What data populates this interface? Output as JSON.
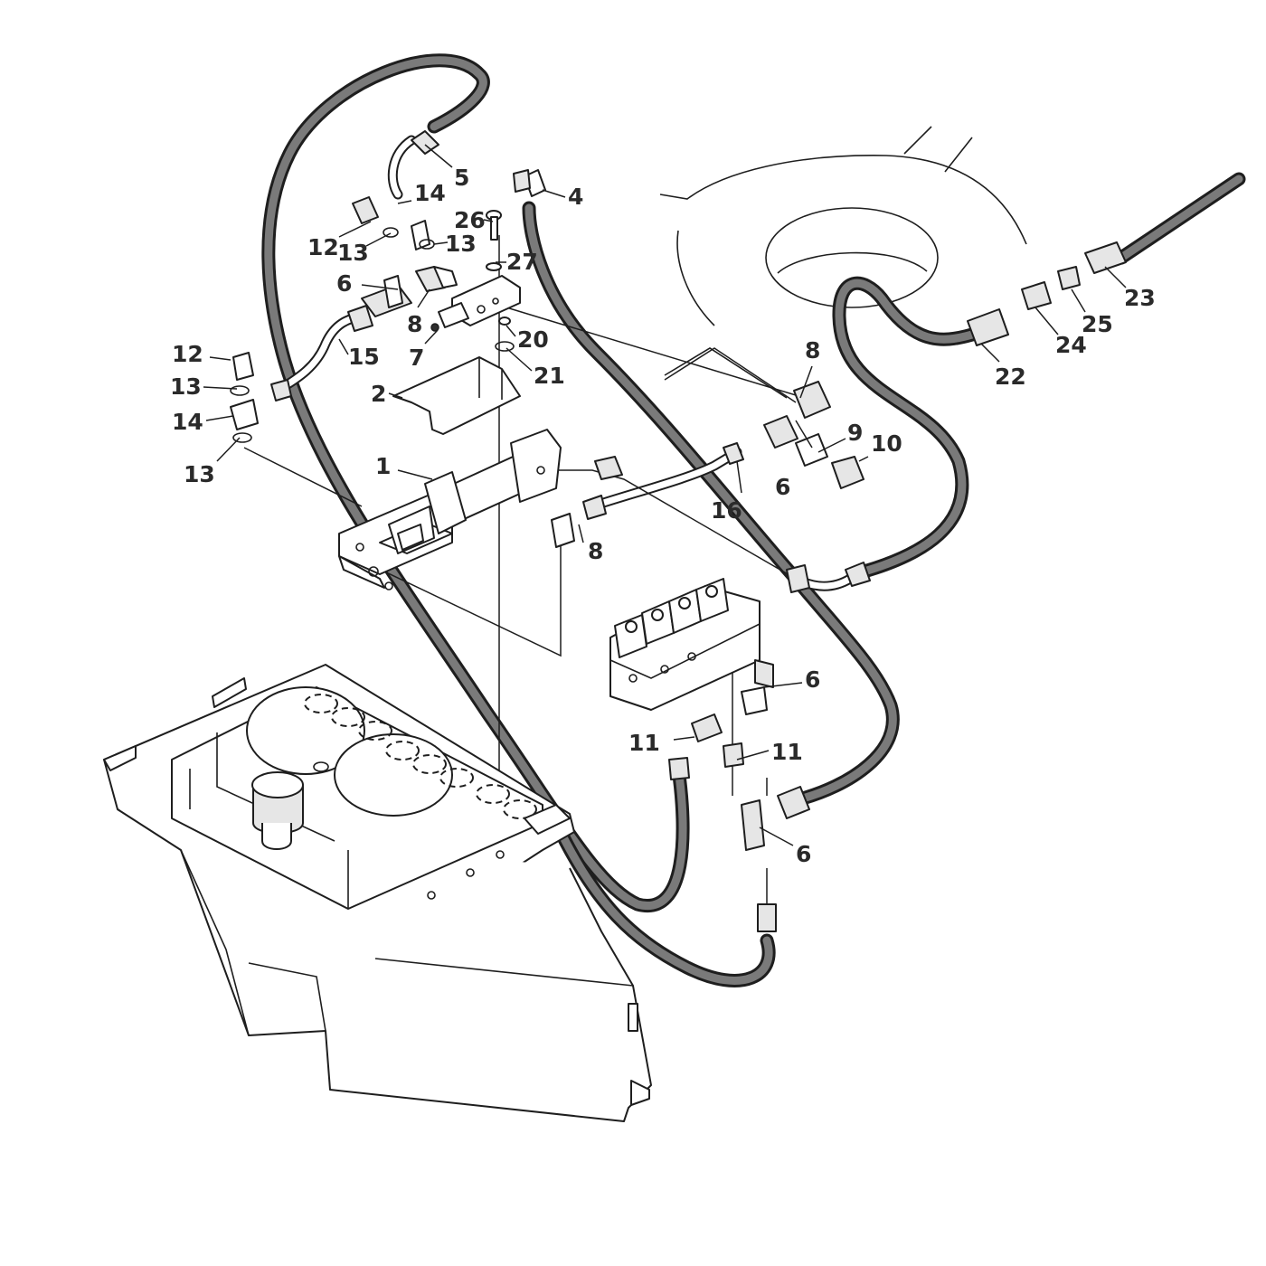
{
  "diagram": {
    "labels": [
      "1",
      "2",
      "4",
      "5",
      "6",
      "6",
      "6",
      "6",
      "7",
      "8",
      "8",
      "8",
      "9",
      "10",
      "11",
      "11",
      "12",
      "12",
      "13",
      "13",
      "13",
      "13",
      "14",
      "14",
      "15",
      "16",
      "20",
      "21",
      "22",
      "23",
      "24",
      "25",
      "26",
      "27"
    ]
  }
}
